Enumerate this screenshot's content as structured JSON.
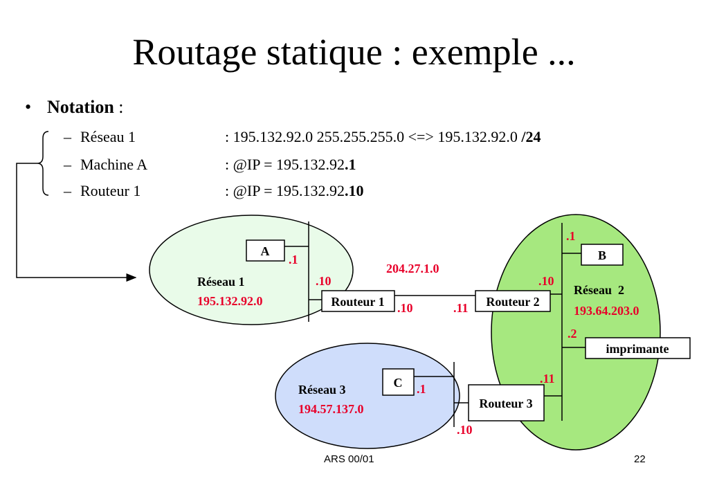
{
  "title": "Routage statique : exemple ...",
  "bullet": {
    "symbol": "•",
    "label": "Notation",
    "suffix": " :"
  },
  "items": [
    {
      "dash": "–",
      "name": "Réseau 1",
      "prefix": ": 195.132.92.0 255.255.255.0 <=> 195.132.92.0 ",
      "bold": "/24"
    },
    {
      "dash": "–",
      "name": "Machine A",
      "prefix": ": @IP = 195.132.92",
      "bold": ".1"
    },
    {
      "dash": "–",
      "name": "Routeur 1",
      "prefix": ": @IP = 195.132.92",
      "bold": ".10"
    }
  ],
  "diagram": {
    "colors": {
      "net1": "#e9fbe9",
      "net2": "#a6e87f",
      "net3": "#cfddfb",
      "address": "#e8002a"
    },
    "network1": {
      "name": "Réseau 1",
      "address": "195.132.92.0"
    },
    "network2": {
      "name": "Réseau  2",
      "address": "193.64.203.0"
    },
    "network3": {
      "name": "Réseau 3",
      "address": "194.57.137.0"
    },
    "link": "204.27.1.0",
    "hosts": {
      "a": "A",
      "b": "B",
      "c": "C",
      "printer": "imprimante"
    },
    "routers": {
      "r1": "Routeur 1",
      "r2": "Routeur 2",
      "r3": "Routeur 3"
    },
    "addresses": {
      "a": ".1",
      "r1_net1": ".10",
      "r1_link": ".10",
      "r2_link": ".11",
      "b": ".1",
      "r2_net2": ".10",
      "printer": ".2",
      "r3_net2": ".11",
      "c": ".1",
      "r3_net3": ".10"
    }
  },
  "footer": {
    "left": "ARS 00/01",
    "right": "22"
  }
}
